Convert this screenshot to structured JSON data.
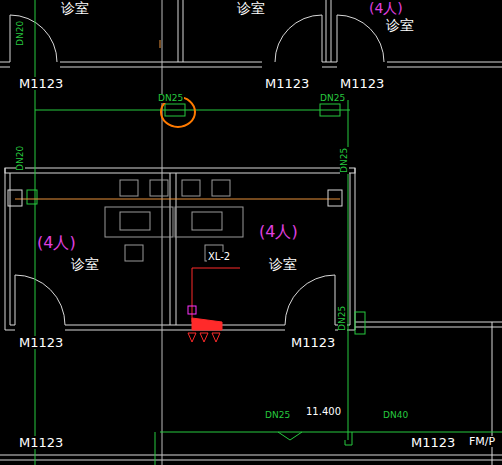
{
  "diagram": {
    "labels": [
      "诊室",
      "诊室",
      "(4人)",
      "诊室",
      "DN20",
      "M1123",
      "M1123",
      "M1123",
      "DN25",
      "DN25",
      "DN20",
      "DN25",
      "(4人)",
      "诊室",
      "(4人)",
      "诊室",
      "XL-2",
      "DN25",
      "M1123",
      "M1123",
      "DN25",
      "11.400",
      "DN40",
      "M1123",
      "M1123",
      "FM/P"
    ]
  }
}
